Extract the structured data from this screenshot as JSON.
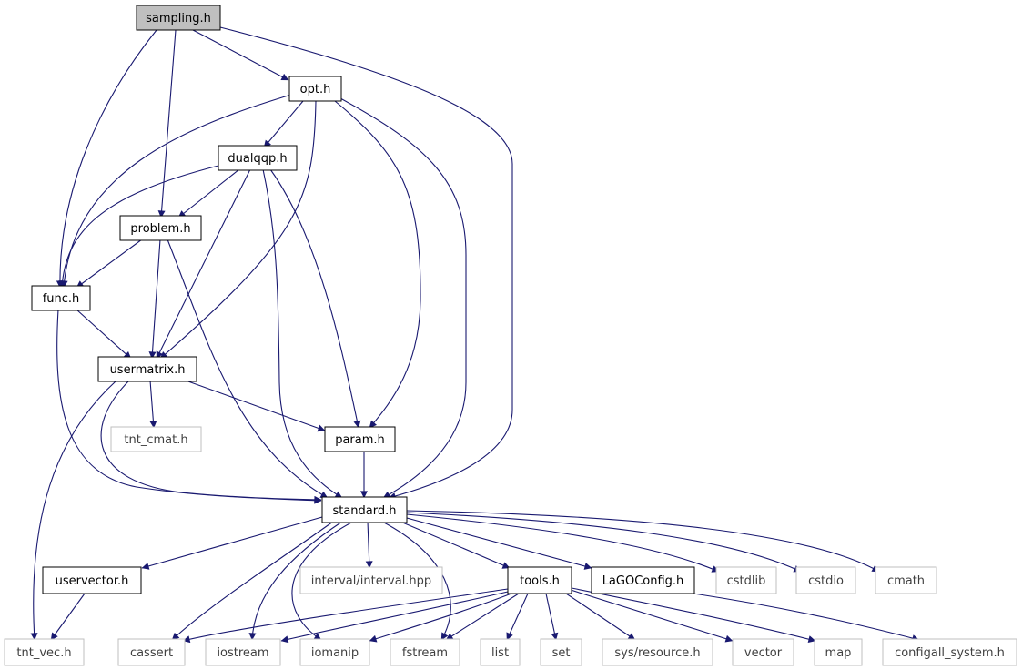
{
  "colors": {
    "edge": "#191970",
    "focus_fill": "#bfbfbf",
    "file_border": "#000000",
    "external_border": "#bfbfbf",
    "external_text": "#404040"
  },
  "nodes": {
    "sampling": "sampling.h",
    "opt": "opt.h",
    "dualqqp": "dualqqp.h",
    "problem": "problem.h",
    "func": "func.h",
    "usermatrix": "usermatrix.h",
    "tnt_cmat": "tnt_cmat.h",
    "param": "param.h",
    "standard": "standard.h",
    "uservector": "uservector.h",
    "interval": "interval/interval.hpp",
    "tools": "tools.h",
    "lagoconfig": "LaGOConfig.h",
    "cstdlib": "cstdlib",
    "cstdio": "cstdio",
    "cmath": "cmath",
    "tnt_vec": "tnt_vec.h",
    "cassert": "cassert",
    "iostream": "iostream",
    "iomanip": "iomanip",
    "fstream": "fstream",
    "list": "list",
    "set": "set",
    "sys_resource": "sys/resource.h",
    "vector": "vector",
    "map": "map",
    "configall_system": "configall_system.h"
  }
}
